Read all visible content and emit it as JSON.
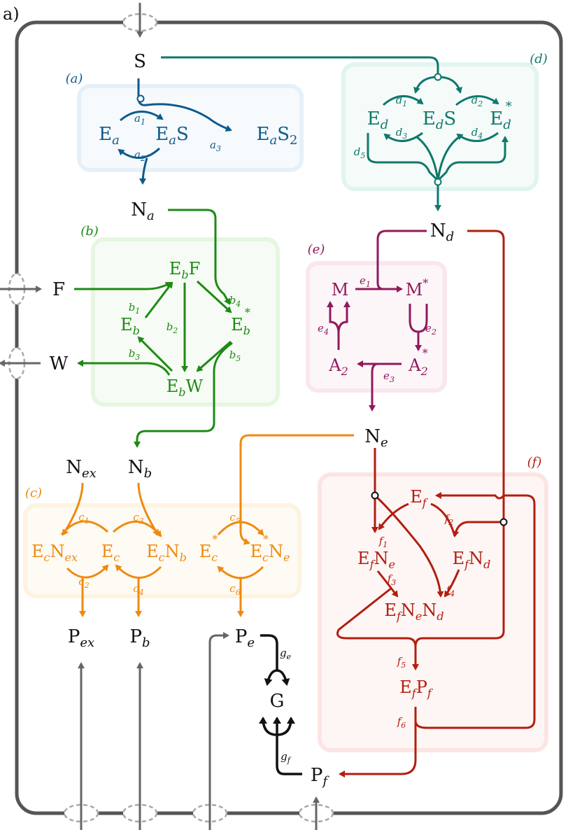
{
  "figure_label": "a)",
  "colors": {
    "black": "#111111",
    "membrane": "#555555",
    "pore": "#a9a9a9",
    "a": "#0c5a8c",
    "b": "#1e8a14",
    "c": "#ef8a10",
    "d": "#10786c",
    "e": "#901a5c",
    "f": "#b21e10",
    "box_a": "#e6f0f8",
    "box_b": "#e6f6e1",
    "box_c": "#fdf3df",
    "box_d": "#e2f4ef",
    "box_e": "#f9e6ef",
    "box_f": "#fbe5e3"
  },
  "modules": {
    "a": {
      "label": "(a)"
    },
    "b": {
      "label": "(b)"
    },
    "c": {
      "label": "(c)"
    },
    "d": {
      "label": "(d)"
    },
    "e": {
      "label": "(e)"
    },
    "f": {
      "label": "(f)"
    }
  },
  "species": {
    "S": {
      "base": "S"
    },
    "F": {
      "base": "F"
    },
    "W": {
      "base": "W"
    },
    "G": {
      "base": "G"
    },
    "Na": {
      "base": "N",
      "sub": "a"
    },
    "Nb": {
      "base": "N",
      "sub": "b"
    },
    "Nd": {
      "base": "N",
      "sub": "d"
    },
    "Ne": {
      "base": "N",
      "sub": "e"
    },
    "Nex": {
      "base": "N",
      "sub": "ex"
    },
    "Pex": {
      "base": "P",
      "sub": "ex"
    },
    "Pb": {
      "base": "P",
      "sub": "b"
    },
    "Pe": {
      "base": "P",
      "sub": "e"
    },
    "Pf": {
      "base": "P",
      "sub": "f"
    },
    "Ea": {
      "base": "E",
      "sub": "a"
    },
    "EaS": {
      "base": "E",
      "sub": "a",
      "tail": "S"
    },
    "EaS2": {
      "base": "E",
      "sub": "a",
      "tail": "S",
      "tail_sub": "2"
    },
    "EbF": {
      "base": "E",
      "sub": "b",
      "tail": "F"
    },
    "Eb": {
      "base": "E",
      "sub": "b"
    },
    "Ebs": {
      "base": "E",
      "sub": "b",
      "sup": "*"
    },
    "EbW": {
      "base": "E",
      "sub": "b",
      "tail": "W"
    },
    "EcNex": {
      "base": "E",
      "sub": "c",
      "tail": "N",
      "tail_sub": "ex"
    },
    "Ec": {
      "base": "E",
      "sub": "c"
    },
    "EcNb": {
      "base": "E",
      "sub": "c",
      "tail": "N",
      "tail_sub": "b"
    },
    "Ecs": {
      "base": "E",
      "sub": "c",
      "sup": "*"
    },
    "EcsNe": {
      "base": "E",
      "sub": "c",
      "sup": "*",
      "tail": "N",
      "tail_sub": "e"
    },
    "Ed": {
      "base": "E",
      "sub": "d"
    },
    "EdS": {
      "base": "E",
      "sub": "d",
      "tail": "S"
    },
    "Eds": {
      "base": "E",
      "sub": "d",
      "sup": "*"
    },
    "M": {
      "base": "M"
    },
    "Ms": {
      "base": "M",
      "sup": "*"
    },
    "A2": {
      "base": "A",
      "sub": "2"
    },
    "A2s": {
      "base": "A",
      "sub": "2",
      "sup": "*"
    },
    "Ef": {
      "base": "E",
      "sub": "f"
    },
    "EfNe": {
      "base": "E",
      "sub": "f",
      "tail": "N",
      "tail_sub": "e"
    },
    "EfNd": {
      "base": "E",
      "sub": "f",
      "tail": "N",
      "tail_sub": "d"
    },
    "EfNeNd": {
      "base": "E",
      "sub": "f",
      "tail": "N",
      "tail_sub": "e",
      "tail2": "N",
      "tail2_sub": "d"
    },
    "EfPf": {
      "base": "E",
      "sub": "f",
      "tail": "P",
      "tail_sub": "f"
    }
  },
  "rates": {
    "a1": {
      "base": "a",
      "sub": "1"
    },
    "a2": {
      "base": "a",
      "sub": "2"
    },
    "a3": {
      "base": "a",
      "sub": "3"
    },
    "b1": {
      "base": "b",
      "sub": "1"
    },
    "b2": {
      "base": "b",
      "sub": "2"
    },
    "b3": {
      "base": "b",
      "sub": "3"
    },
    "b4": {
      "base": "b",
      "sub": "4"
    },
    "b5": {
      "base": "b",
      "sub": "5"
    },
    "c1": {
      "base": "c",
      "sub": "1"
    },
    "c2": {
      "base": "c",
      "sub": "2"
    },
    "c3": {
      "base": "c",
      "sub": "3"
    },
    "c4": {
      "base": "c",
      "sub": "4"
    },
    "c5": {
      "base": "c",
      "sub": "5"
    },
    "c6": {
      "base": "c",
      "sub": "6"
    },
    "d1": {
      "base": "d",
      "sub": "1"
    },
    "d2": {
      "base": "d",
      "sub": "2"
    },
    "d3": {
      "base": "d",
      "sub": "3"
    },
    "d4": {
      "base": "d",
      "sub": "4"
    },
    "d5": {
      "base": "d",
      "sub": "5"
    },
    "e1": {
      "base": "e",
      "sub": "1"
    },
    "e2": {
      "base": "e",
      "sub": "2"
    },
    "e3": {
      "base": "e",
      "sub": "3"
    },
    "e4": {
      "base": "e",
      "sub": "4"
    },
    "f1": {
      "base": "f",
      "sub": "1"
    },
    "f2": {
      "base": "f",
      "sub": "2"
    },
    "f3": {
      "base": "f",
      "sub": "3"
    },
    "f4": {
      "base": "f",
      "sub": "4"
    },
    "f5": {
      "base": "f",
      "sub": "5"
    },
    "f6": {
      "base": "f",
      "sub": "6"
    },
    "ge": {
      "base": "g",
      "sub": "e"
    },
    "gf": {
      "base": "g",
      "sub": "f"
    }
  }
}
